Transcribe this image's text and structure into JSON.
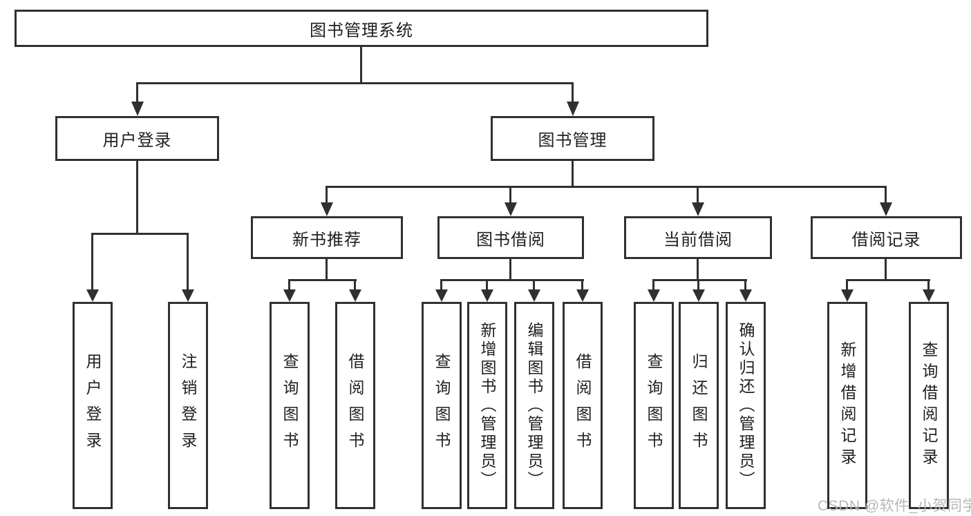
{
  "diagram": {
    "root": {
      "label": "图书管理系统"
    },
    "level2": [
      {
        "label": "用户登录"
      },
      {
        "label": "图书管理"
      }
    ],
    "level3": [
      {
        "label": "新书推荐"
      },
      {
        "label": "图书借阅"
      },
      {
        "label": "当前借阅"
      },
      {
        "label": "借阅记录"
      }
    ],
    "leaves": {
      "login": [
        "用户登录",
        "注销登录"
      ],
      "new_books": [
        "查询图书",
        "借阅图书"
      ],
      "book_borrow": [
        "查询图书",
        "新增图书（管理员）",
        "编辑图书（管理员）",
        "借阅图书"
      ],
      "current_borrow": [
        "查询图书",
        "归还图书",
        "确认归还（管理员）"
      ],
      "borrow_records": [
        "新增借阅记录",
        "查询借阅记录"
      ]
    }
  },
  "watermark": {
    "text": "CSDN @软件_小贺同学",
    "color": "#b7b7b7"
  },
  "colors": {
    "line": "#303030",
    "box_border": "#303030",
    "text": "#1f1f1f",
    "background": "#ffffff"
  }
}
